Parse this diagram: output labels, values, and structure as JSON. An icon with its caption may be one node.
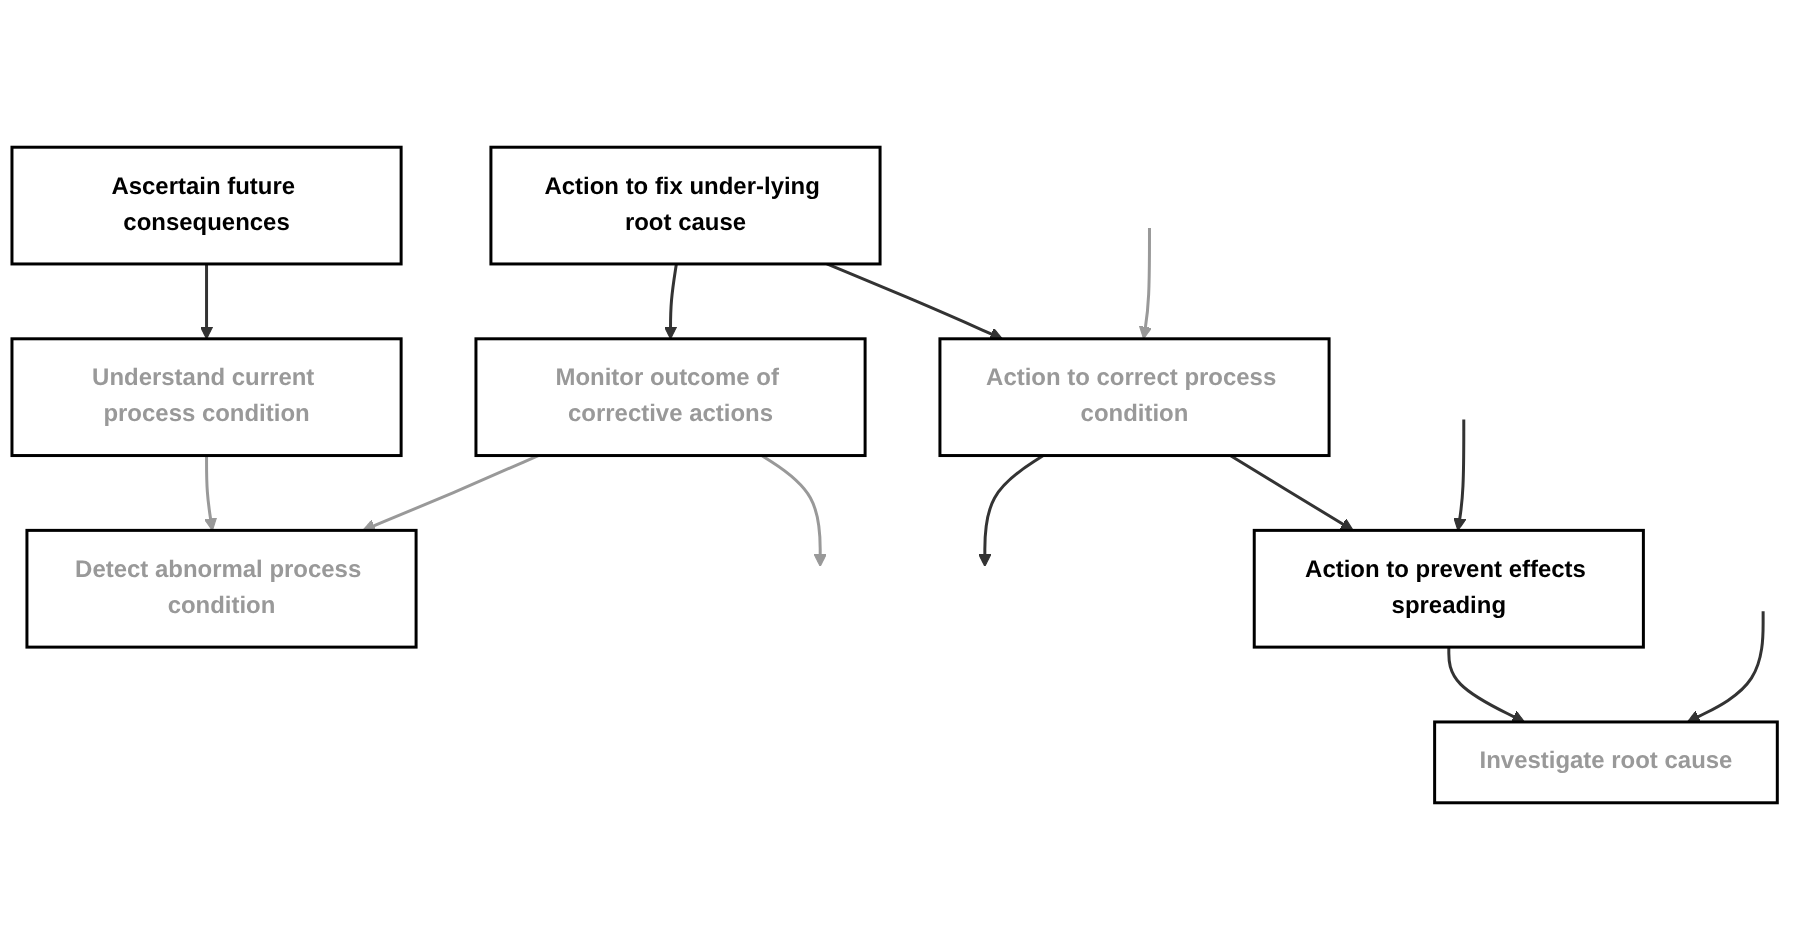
{
  "diagram": {
    "nodes": [
      {
        "text": [
          "Detect abnormal process condition"
        ]
      },
      {
        "text": [
          "Monitor outcome of corrective actions"
        ]
      },
      {
        "text": [
          "Action to fix under-lying root cause"
        ]
      },
      {
        "text": [
          "Understand current process condition"
        ]
      },
      {
        "text": [
          "Action to correct process condition"
        ]
      },
      {
        "text": [
          "Ascertain future consequences"
        ]
      },
      {
        "text": [
          "Action to prevent effects spreading"
        ]
      },
      {
        "text": [
          "Investigate root cause"
        ]
      }
    ],
    "edges": [
      {
        "from": 1,
        "to": 0,
        "arrow": "to",
        "color": "#999999"
      },
      {
        "from": 2,
        "to": 1,
        "arrow": "to"
      },
      {
        "from": 3,
        "to": 0,
        "arrow": "to",
        "color": "#999999"
      },
      {
        "from": 1,
        "to": null,
        "arrow": "to",
        "color": "#999999"
      },
      {
        "from": 2,
        "to": 4,
        "arrow": "to"
      },
      {
        "from": null,
        "to": 4,
        "arrow": "to",
        "color": "#999999"
      },
      {
        "from": 5,
        "to": 3,
        "arrow": "to"
      },
      {
        "from": 4,
        "to": null,
        "arrow": "to"
      },
      {
        "from": 4,
        "to": 6,
        "arrow": "to"
      },
      {
        "from": null,
        "to": 6,
        "arrow": "to"
      },
      {
        "from": 6,
        "to": 7,
        "arrow": "to"
      },
      {
        "from": null,
        "to": 7,
        "arrow": "to"
      }
    ]
  }
}
